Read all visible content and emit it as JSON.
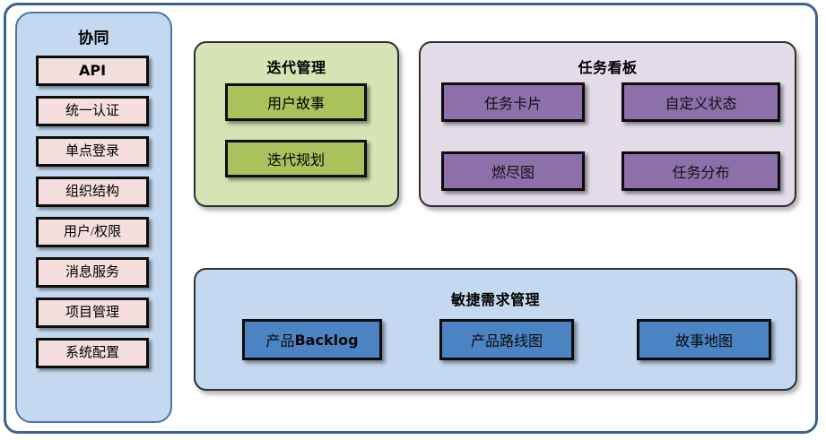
{
  "diagram": {
    "title_visible": false
  },
  "sidebar": {
    "title": "协同",
    "items": [
      {
        "label": "API",
        "style": "latin-bold"
      },
      {
        "label": "统一认证",
        "style": "cjk"
      },
      {
        "label": "单点登录",
        "style": "cjk"
      },
      {
        "label": "组织结构",
        "style": "cjk"
      },
      {
        "label": "用户/权限",
        "style": "cjk"
      },
      {
        "label": "消息服务",
        "style": "cjk"
      },
      {
        "label": "项目管理",
        "style": "cjk"
      },
      {
        "label": "系统配置",
        "style": "cjk"
      }
    ]
  },
  "iteration_panel": {
    "title": "迭代管理",
    "cards": [
      {
        "label": "用户故事"
      },
      {
        "label": "迭代规划"
      }
    ]
  },
  "taskboard_panel": {
    "title": "任务看板",
    "cards": [
      {
        "label": "任务卡片"
      },
      {
        "label": "自定义状态"
      },
      {
        "label": "燃尽图"
      },
      {
        "label": "任务分布"
      }
    ]
  },
  "agile_panel": {
    "title": "敏捷需求管理",
    "cards": [
      {
        "label_cjk": "产品",
        "label_latin": "Backlog",
        "label": "产品Backlog"
      },
      {
        "label": "产品路线图"
      },
      {
        "label": "故事地图"
      }
    ]
  },
  "colors": {
    "outer_frame_border": "#3a648f",
    "sidebar_bg": "#c4d8ef",
    "sidebar_border": "#4a74a4",
    "sidebar_chip_bg": "#f4dede",
    "iteration_panel_bg": "#d7e4b6",
    "iteration_card_bg": "#a9c25b",
    "taskboard_panel_bg": "#e4dce9",
    "taskboard_card_bg": "#8d6faa",
    "agile_panel_bg": "#c4d8ef",
    "agile_card_bg": "#4c83c3",
    "card_border": "#0d0d0d",
    "panel_border": "#2f2f33",
    "text": "#000000"
  }
}
